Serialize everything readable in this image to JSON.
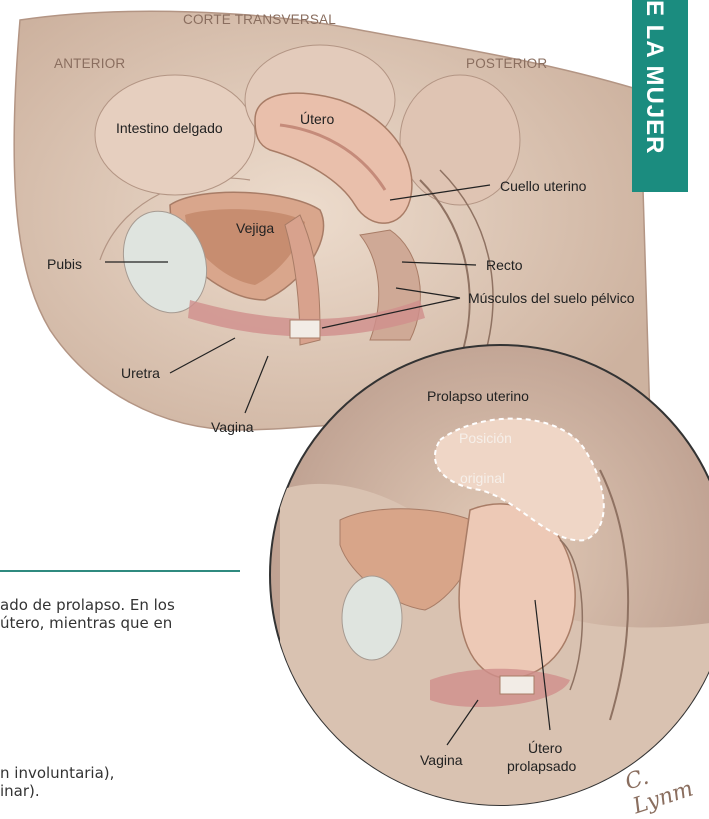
{
  "side_tab": "E LA MUJER",
  "headers": {
    "cross_section": "CORTE TRANSVERSAL",
    "anterior": "ANTERIOR",
    "posterior": "POSTERIOR"
  },
  "labels": {
    "small_intestine": "Intestino delgado",
    "uterus": "Útero",
    "bladder": "Vejiga",
    "cervix": "Cuello uterino",
    "pubis": "Pubis",
    "rectum": "Recto",
    "pelvic_floor": "Músculos del suelo pélvico",
    "urethra": "Uretra",
    "vagina": "Vagina"
  },
  "inset": {
    "title": "Prolapso uterino",
    "original_1": "Posición",
    "original_2": "original",
    "vagina": "Vagina",
    "prolapsed_1": "Útero",
    "prolapsed_2": "prolapsado"
  },
  "body_text": {
    "line1": "ado de prolapso. En los",
    "line2": "útero, mientras que en",
    "line3": "n involuntaria),",
    "line4": "inar)."
  },
  "signature": "C. Lynm",
  "colors": {
    "accent": "#1b8c7f",
    "skin": "#ead8c9",
    "organ": "#e2b9a4",
    "muscle": "#cf8f8c"
  }
}
